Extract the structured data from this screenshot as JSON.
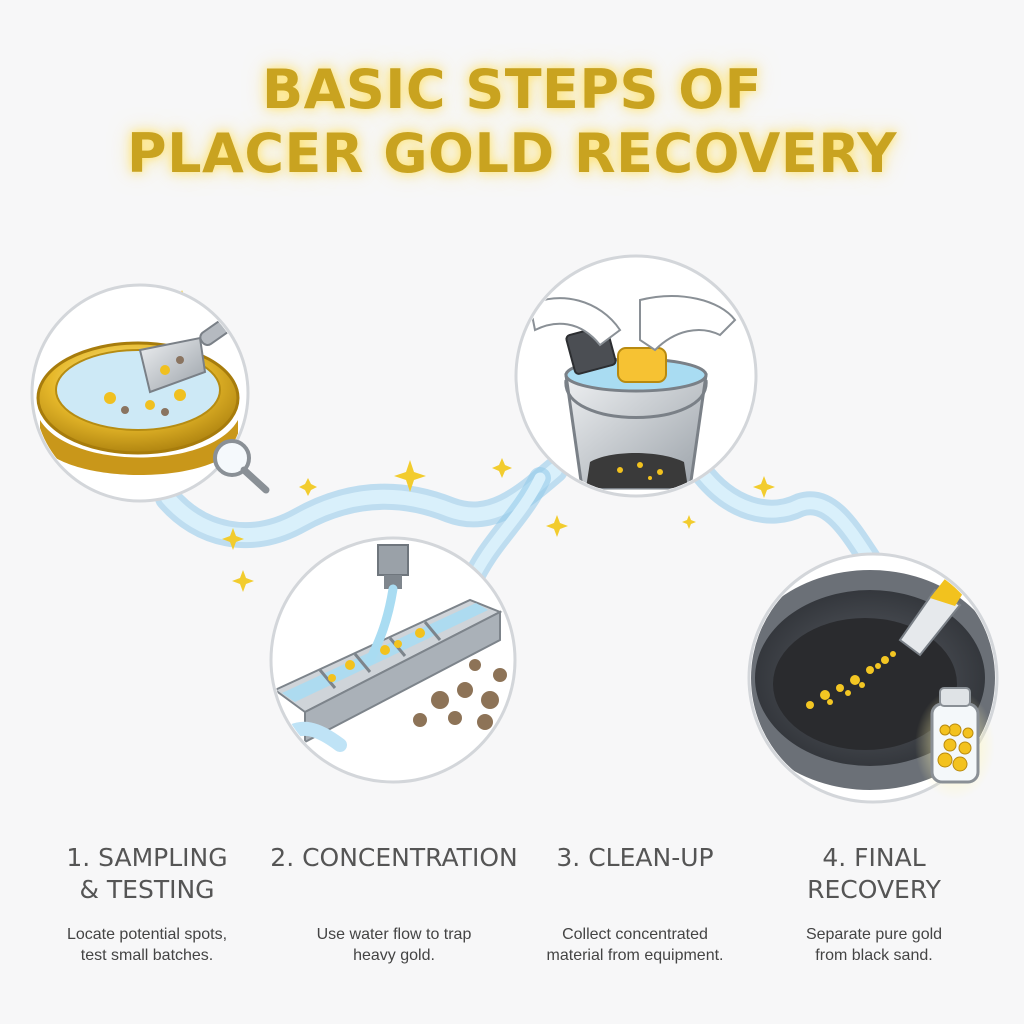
{
  "header": {
    "title_line1": "BASIC STEPS OF",
    "title_line2": "PLACER GOLD RECOVERY"
  },
  "colors": {
    "gold": "#d4aa1f",
    "water": "#bfe3f6",
    "background": "#f7f7f8",
    "text": "#555555"
  },
  "steps": [
    {
      "title_line1": "1. SAMPLING",
      "title_line2": "& TESTING",
      "desc_line1": "Locate potential spots,",
      "desc_line2": "test small batches.",
      "icon": "gold-pan-with-scoop-and-magnifier-icon"
    },
    {
      "title_line1": "2. CONCENTRATION",
      "title_line2": "",
      "desc_line1": "Use water flow to trap",
      "desc_line2": "heavy gold.",
      "icon": "sluice-box-icon"
    },
    {
      "title_line1": "3. CLEAN-UP",
      "title_line2": "",
      "desc_line1": "Collect concentrated",
      "desc_line2": "material from equipment.",
      "icon": "bucket-and-sponge-icon"
    },
    {
      "title_line1": "4. FINAL",
      "title_line2": "RECOVERY",
      "desc_line1": "Separate pure gold",
      "desc_line2": "from black sand.",
      "icon": "pan-with-black-sand-and-vial-icon"
    }
  ]
}
